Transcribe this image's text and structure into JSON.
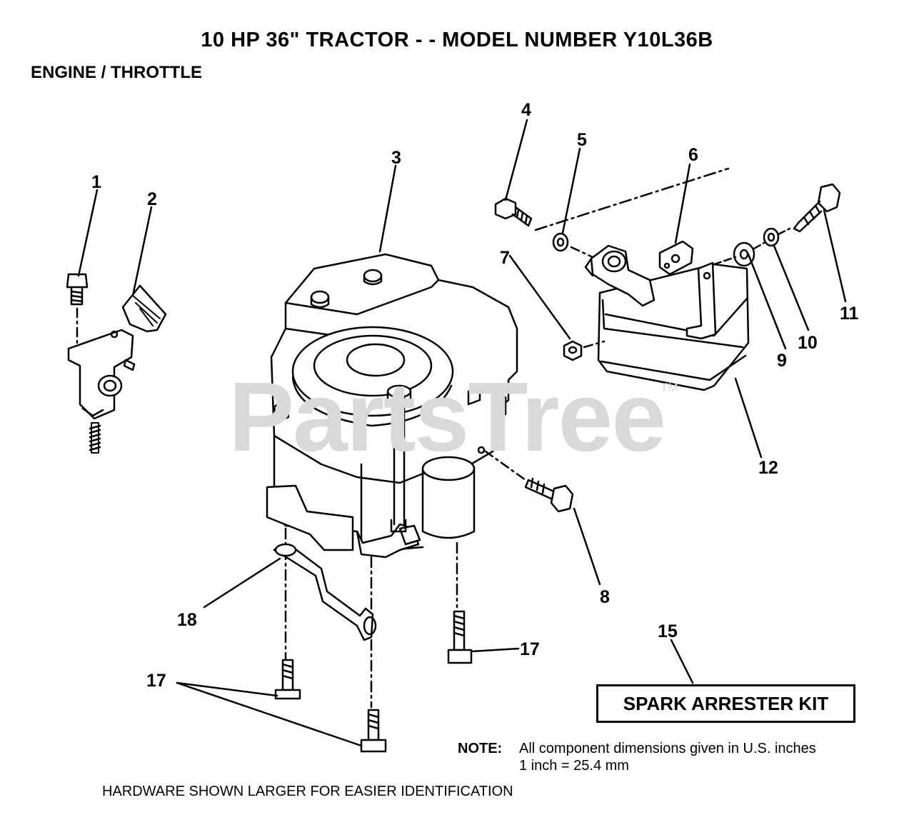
{
  "title": "10 HP 36\" TRACTOR - - MODEL NUMBER Y10L36B",
  "subtitle": "ENGINE / THROTTLE",
  "callouts": {
    "c1": "1",
    "c2": "2",
    "c3": "3",
    "c4": "4",
    "c5": "5",
    "c6": "6",
    "c7": "7",
    "c8": "8",
    "c9": "9",
    "c10": "10",
    "c11": "11",
    "c12": "12",
    "c15": "15",
    "c17a": "17",
    "c17b": "17",
    "c18": "18"
  },
  "kit_label": "SPARK ARRESTER KIT",
  "note": {
    "label": "NOTE:",
    "line1": "All component dimensions given in U.S. inches",
    "line2": "1 inch = 25.4 mm"
  },
  "hardware_note": "HARDWARE SHOWN LARGER FOR EASIER IDENTIFICATION",
  "watermark": {
    "text": "PartsTree",
    "tm": "TM",
    "color": "#d9d9d9"
  },
  "colors": {
    "ink": "#000000",
    "background": "#ffffff"
  }
}
